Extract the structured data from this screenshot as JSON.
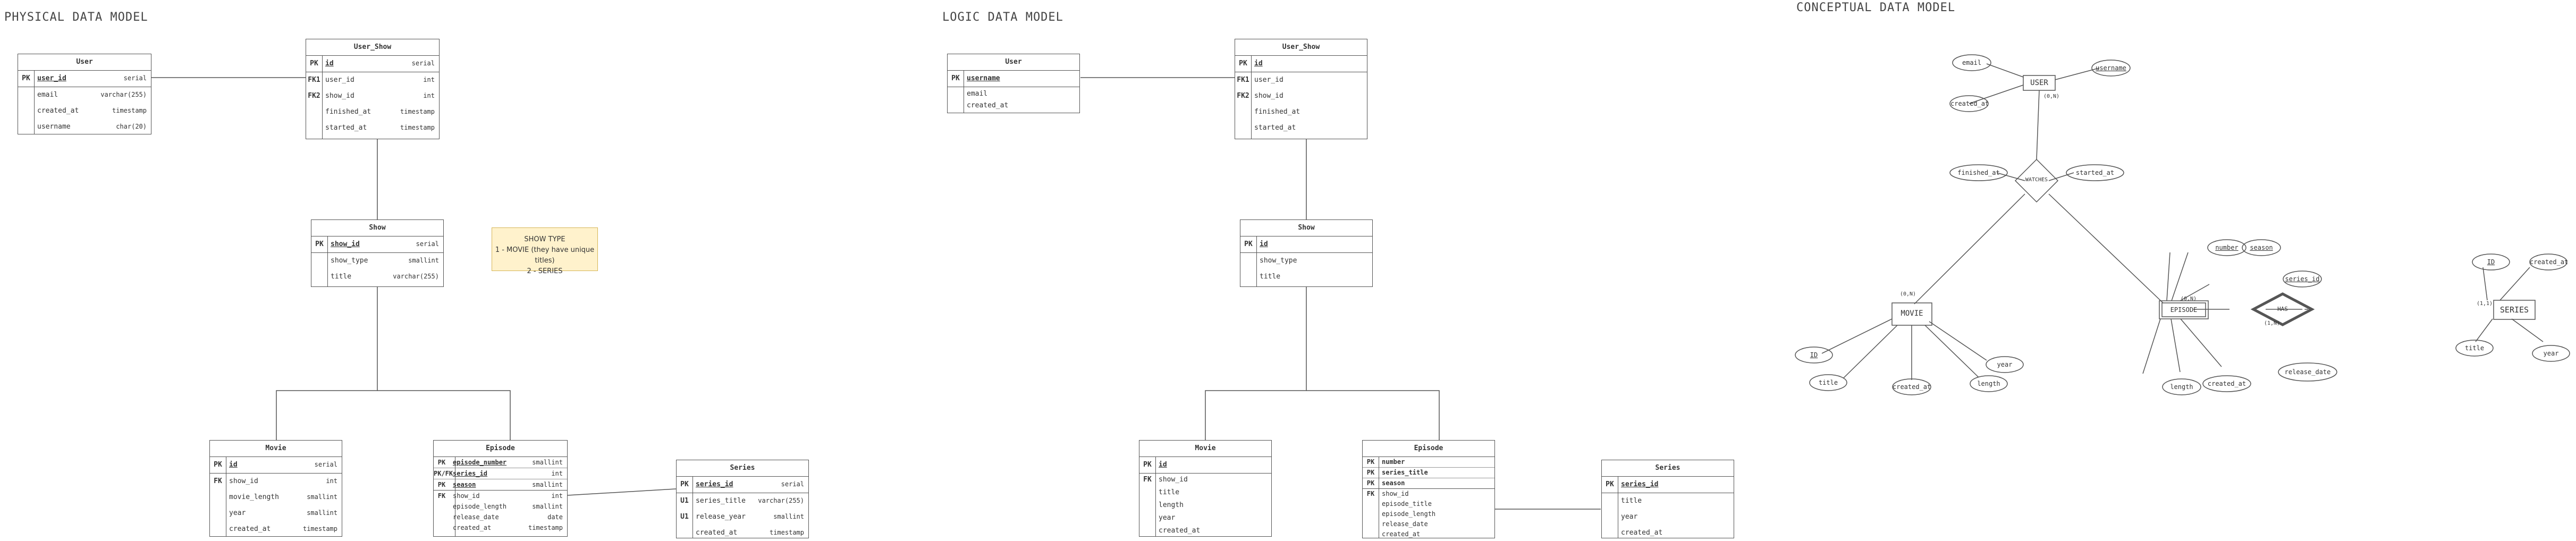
{
  "physical": {
    "title": "PHYSICAL DATA MODEL",
    "user": {
      "name": "User",
      "rows": [
        {
          "k": "PK",
          "n": "user_id",
          "t": "serial"
        },
        {
          "k": "",
          "n": "email",
          "t": "varchar(255)"
        },
        {
          "k": "",
          "n": "created_at",
          "t": "timestamp"
        },
        {
          "k": "",
          "n": "username",
          "t": "char(20)"
        }
      ]
    },
    "user_show": {
      "name": "User_Show",
      "rows": [
        {
          "k": "PK",
          "n": "id",
          "t": "serial"
        },
        {
          "k": "FK1",
          "n": "user_id",
          "t": "int"
        },
        {
          "k": "FK2",
          "n": "show_id",
          "t": "int"
        },
        {
          "k": "",
          "n": "finished_at",
          "t": "timestamp"
        },
        {
          "k": "",
          "n": "started_at",
          "t": "timestamp"
        }
      ]
    },
    "show": {
      "name": "Show",
      "rows": [
        {
          "k": "PK",
          "n": "show_id",
          "t": "serial"
        },
        {
          "k": "",
          "n": "show_type",
          "t": "smallint"
        },
        {
          "k": "",
          "n": "title",
          "t": "varchar(255)"
        }
      ]
    },
    "movie": {
      "name": "Movie",
      "rows": [
        {
          "k": "PK",
          "n": "id",
          "t": "serial"
        },
        {
          "k": "FK",
          "n": "show_id",
          "t": "int"
        },
        {
          "k": "",
          "n": "movie_length",
          "t": "smallint"
        },
        {
          "k": "",
          "n": "year",
          "t": "smallint"
        },
        {
          "k": "",
          "n": "created_at",
          "t": "timestamp"
        }
      ]
    },
    "episode": {
      "name": "Episode",
      "rows": [
        {
          "k": "PK",
          "n": "episode_number",
          "t": "smallint"
        },
        {
          "k": "PK/FK",
          "n": "series_id",
          "t": "int"
        },
        {
          "k": "PK",
          "n": "season",
          "t": "smallint"
        },
        {
          "k": "FK",
          "n": "show_id",
          "t": "int"
        },
        {
          "k": "",
          "n": "episode_length",
          "t": "smallint"
        },
        {
          "k": "",
          "n": "release_date",
          "t": "date"
        },
        {
          "k": "",
          "n": "created_at",
          "t": "timestamp"
        }
      ]
    },
    "series": {
      "name": "Series",
      "rows": [
        {
          "k": "PK",
          "n": "series_id",
          "t": "serial"
        },
        {
          "k": "U1",
          "n": "series_title",
          "t": "varchar(255)"
        },
        {
          "k": "U1",
          "n": "release_year",
          "t": "smallint"
        },
        {
          "k": "",
          "n": "created_at",
          "t": "timestamp"
        }
      ]
    },
    "note": {
      "line1": "SHOW TYPE",
      "line2": "1 - MOVIE (they have unique titles)",
      "line3": "2 - SERIES"
    }
  },
  "logical": {
    "title": "LOGIC DATA MODEL",
    "user": {
      "name": "User",
      "rows": [
        {
          "k": "PK",
          "n": "username"
        },
        {
          "k": "",
          "n": "email"
        },
        {
          "k": "",
          "n": "created_at"
        }
      ]
    },
    "user_show": {
      "name": "User_Show",
      "rows": [
        {
          "k": "PK",
          "n": "id"
        },
        {
          "k": "FK1",
          "n": "user_id"
        },
        {
          "k": "FK2",
          "n": "show_id"
        },
        {
          "k": "",
          "n": "finished_at"
        },
        {
          "k": "",
          "n": "started_at"
        }
      ]
    },
    "show": {
      "name": "Show",
      "rows": [
        {
          "k": "PK",
          "n": "id"
        },
        {
          "k": "",
          "n": "show_type"
        },
        {
          "k": "",
          "n": "title"
        }
      ]
    },
    "movie": {
      "name": "Movie",
      "rows": [
        {
          "k": "PK",
          "n": "id"
        },
        {
          "k": "FK",
          "n": "show_id"
        },
        {
          "k": "",
          "n": "title"
        },
        {
          "k": "",
          "n": "length"
        },
        {
          "k": "",
          "n": "year"
        },
        {
          "k": "",
          "n": "created_at"
        }
      ]
    },
    "episode": {
      "name": "Episode",
      "rows": [
        {
          "k": "PK",
          "n": "number"
        },
        {
          "k": "PK",
          "n": "series_title"
        },
        {
          "k": "PK",
          "n": "season"
        },
        {
          "k": "FK",
          "n": "show_id"
        },
        {
          "k": "",
          "n": "episode_title"
        },
        {
          "k": "",
          "n": "episode_length"
        },
        {
          "k": "",
          "n": "release_date"
        },
        {
          "k": "",
          "n": "created_at"
        }
      ]
    },
    "series": {
      "name": "Series",
      "rows": [
        {
          "k": "PK",
          "n": "series_id"
        },
        {
          "k": "",
          "n": "title"
        },
        {
          "k": "",
          "n": "year"
        },
        {
          "k": "",
          "n": "created_at"
        }
      ]
    }
  },
  "conceptual": {
    "title": "CONCEPTUAL DATA MODEL",
    "entities": {
      "user": "USER",
      "movie": "MOVIE",
      "episode": "EPISODE",
      "series": "SERIES"
    },
    "relationships": {
      "watches": "WATCHES",
      "has": "HAS"
    },
    "attributes": {
      "user_email": "email",
      "user_username": "username",
      "user_created_at": "created_at",
      "w_finished": "finished_at",
      "w_started": "started_at",
      "m_id": "ID",
      "m_title": "title",
      "m_created": "created_at",
      "m_length": "length",
      "m_year": "year",
      "e_number": "number",
      "e_season": "season",
      "e_series_id": "series_id",
      "e_length": "length",
      "e_created": "created_at",
      "e_release": "release_date",
      "s_id": "ID",
      "s_created": "created_at",
      "s_title": "title",
      "s_year": "year"
    },
    "cardinalities": {
      "user": "(0,N)",
      "movie": "(0,N)",
      "episode_w": "(0,N)",
      "episode_has": "(1,N)",
      "series_has": "(1,1)"
    }
  }
}
